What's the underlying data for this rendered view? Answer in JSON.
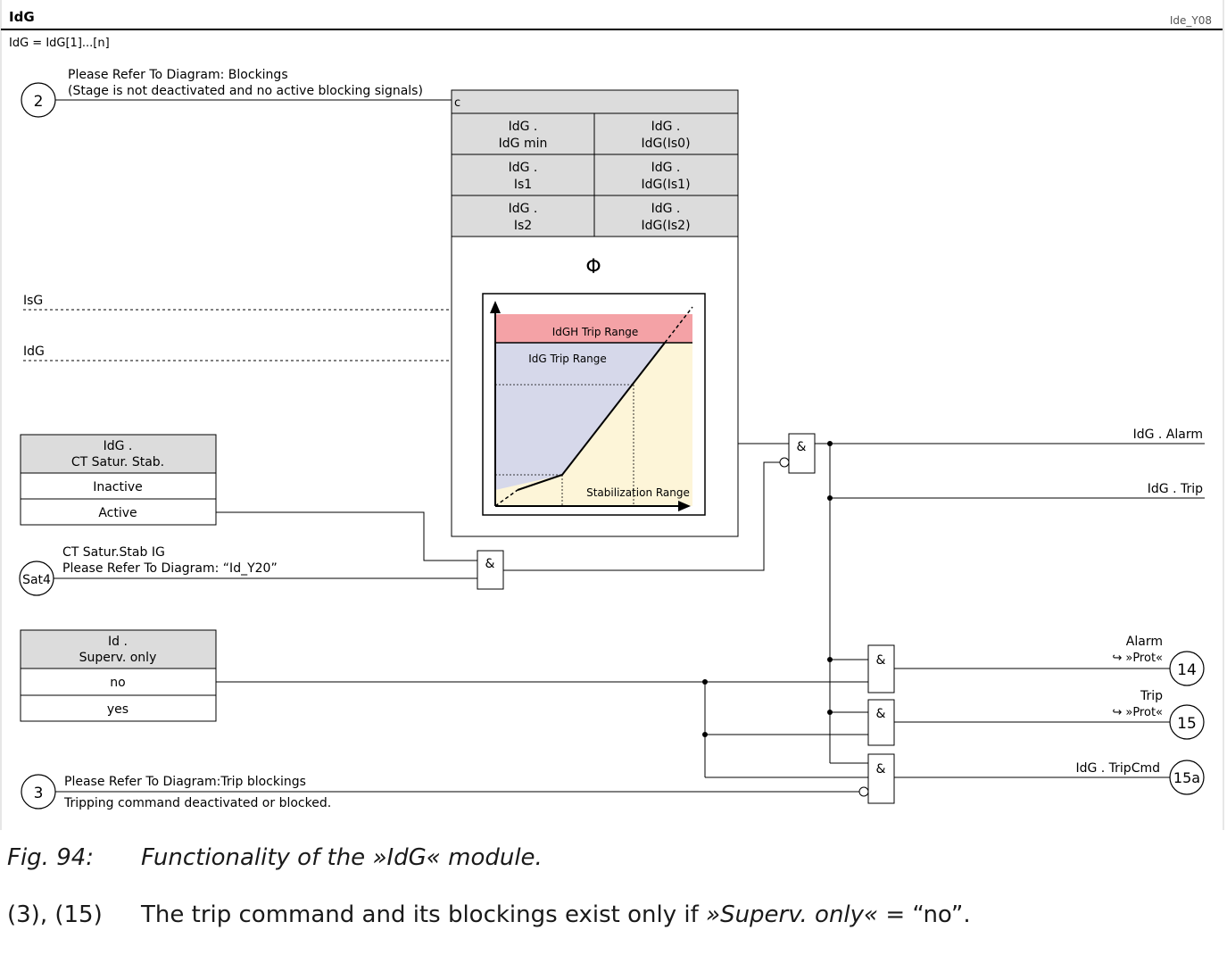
{
  "header": {
    "title": "IdG",
    "ref": "Ide_Y08",
    "subtitle": "IdG = IdG[1]...[n]"
  },
  "connector_2": {
    "label": "2",
    "line1": "Please Refer To Diagram: Blockings",
    "line2": "(Stage is not deactivated and no active blocking signals)"
  },
  "char_block": {
    "c_label": "c",
    "params": [
      [
        "IdG .",
        "IdG min"
      ],
      [
        "IdG .",
        "IdG(Is0)"
      ],
      [
        "IdG .",
        "Is1"
      ],
      [
        "IdG .",
        "IdG(Is1)"
      ],
      [
        "IdG .",
        "Is2"
      ],
      [
        "IdG .",
        "IdG(Is2)"
      ]
    ],
    "phi": "Φ",
    "regions": {
      "idgh": "IdGH Trip Range",
      "idg": "IdG Trip Range",
      "stab": "Stabilization Range"
    },
    "colors": {
      "idgh": "#f4a2a6",
      "idg": "#d6d8ea",
      "stab": "#fdf5d8"
    }
  },
  "inputs": {
    "isg": "IsG",
    "idg": "IdG"
  },
  "ct_satur": {
    "line1": "IdG .",
    "line2": "CT Satur. Stab.",
    "opt1": "Inactive",
    "opt2": "Active"
  },
  "sat4": {
    "label": "Sat4",
    "line1": "CT Satur.Stab IG",
    "line2": "Please Refer To Diagram: “Id_Y20”"
  },
  "superv": {
    "line1": "Id .",
    "line2": "Superv. only",
    "opt1": "no",
    "opt2": "yes"
  },
  "connector_3": {
    "label": "3",
    "line1": "Please Refer To Diagram:Trip blockings",
    "line2": "Tripping command deactivated or blocked."
  },
  "gates": {
    "and": "&"
  },
  "outputs": {
    "alarm": "IdG . Alarm",
    "trip": "IdG . Trip",
    "alarm_prot_title": "Alarm",
    "alarm_prot_sub": "↪ »Prot«",
    "alarm_prot_num": "14",
    "trip_prot_title": "Trip",
    "trip_prot_sub": "↪ »Prot«",
    "trip_prot_num": "15",
    "tripcmd": "IdG . TripCmd",
    "tripcmd_num": "15a"
  },
  "caption": {
    "fig_label": "Fig. 94:",
    "fig_text": "Functionality of the »IdG« module.",
    "note_label": "(3), (15)",
    "note_pre": "The trip command and its blockings exist only if ",
    "note_q": "»Superv. only«",
    "note_post": " = “no”."
  }
}
